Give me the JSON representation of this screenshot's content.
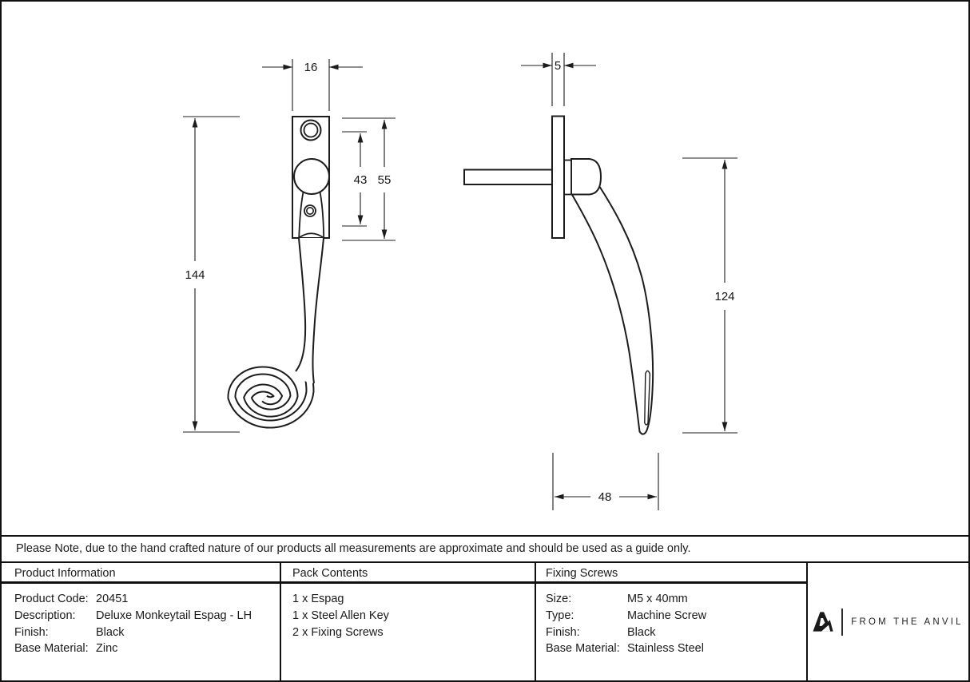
{
  "note": "Please Note, due to the hand crafted nature of our products all measurements are approximate and should be used as a guide only.",
  "dimensions": {
    "front_plate_width": "16",
    "front_inner_height": "43",
    "front_plate_height": "55",
    "front_total_height": "144",
    "side_plate_thickness": "5",
    "side_height": "124",
    "side_projection": "48"
  },
  "table": {
    "columns": [
      {
        "header": "Product Information",
        "rows": [
          {
            "label": "Product Code:",
            "value": "20451"
          },
          {
            "label": "Description:",
            "value": "Deluxe Monkeytail Espag - LH"
          },
          {
            "label": "Finish:",
            "value": "Black"
          },
          {
            "label": "Base Material:",
            "value": "Zinc"
          }
        ]
      },
      {
        "header": "Pack Contents",
        "rows": [
          {
            "label": "1 x Espag"
          },
          {
            "label": "1 x Steel Allen Key"
          },
          {
            "label": "2 x Fixing Screws"
          }
        ]
      },
      {
        "header": "Fixing Screws",
        "rows": [
          {
            "label": "Size:",
            "value": "M5 x 40mm"
          },
          {
            "label": "Type:",
            "value": "Machine Screw"
          },
          {
            "label": "Finish:",
            "value": "Black"
          },
          {
            "label": "Base Material:",
            "value": "Stainless Steel"
          }
        ]
      }
    ]
  },
  "logo": {
    "brand": "FROM THE ANVIL",
    "mark": "anvil-a-monogram"
  },
  "colors": {
    "line": "#1c1c1c",
    "background": "#ffffff",
    "border": "#111111"
  }
}
